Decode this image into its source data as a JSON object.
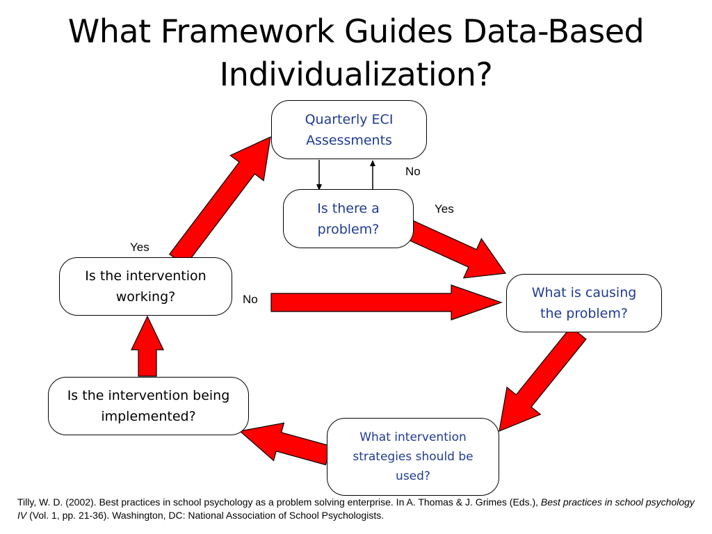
{
  "slide": {
    "title_line1": "What Framework Guides Data-Based",
    "title_line2": "Individualization?"
  },
  "nodes": {
    "quarterly": "Quarterly ECI Assessments",
    "problem": "Is there a problem?",
    "causing": "What is causing the problem?",
    "strategies": "What intervention strategies should be used?",
    "implemented": "Is the intervention being implemented?",
    "working": "Is the intervention working?"
  },
  "labels": {
    "no_top": "No",
    "yes_right": "Yes",
    "yes_left": "Yes",
    "no_middle": "No"
  },
  "citation": {
    "part1": "Tilly, W. D. (2002). Best practices in school psychology as a problem solving enterprise. In A. Thomas & J. Grimes (Eds.), ",
    "italic": "Best practices in school psychology IV",
    "part2": " (Vol. 1, pp. 21-36). Washington, DC: National Association of School Psychologists."
  },
  "colors": {
    "arrow_fill": "#ff0000",
    "node_text": "#1f3a93"
  }
}
